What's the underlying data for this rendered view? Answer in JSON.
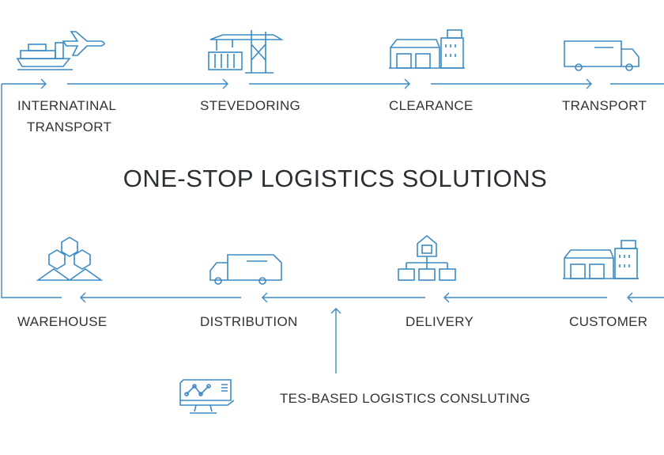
{
  "title": "ONE-STOP LOGISTICS SOLUTIONS",
  "top_steps": [
    {
      "label_line1": "INTERNATINAL",
      "label_line2": "TRANSPORT",
      "icon": "ship-plane-icon"
    },
    {
      "label_line1": "STEVEDORING",
      "icon": "crane-icon"
    },
    {
      "label_line1": "CLEARANCE",
      "icon": "warehouse-building-icon"
    },
    {
      "label_line1": "TRANSPORT",
      "icon": "truck-icon"
    }
  ],
  "bottom_steps": [
    {
      "label": "WAREHOUSE",
      "icon": "hexagon-network-icon"
    },
    {
      "label": "DISTRIBUTION",
      "icon": "truck-icon"
    },
    {
      "label": "DELIVERY",
      "icon": "distribution-tree-icon"
    },
    {
      "label": "CUSTOMER",
      "icon": "warehouse-building-icon"
    }
  ],
  "consulting": {
    "label": "TES-BASED LOGISTICS CONSLUTING",
    "icon": "monitor-chart-icon"
  },
  "colors": {
    "line": "#3b8ac4",
    "text": "#333333"
  }
}
